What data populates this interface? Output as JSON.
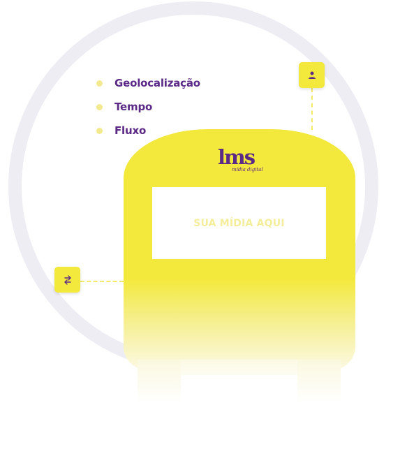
{
  "features": [
    {
      "label": "Geolocalização"
    },
    {
      "label": "Tempo"
    },
    {
      "label": "Fluxo"
    }
  ],
  "logo": {
    "main": "lms",
    "sub": "mídia digital"
  },
  "screen": {
    "label": "SUA MÍDIA AQUI"
  },
  "icons": {
    "top_right": "user-icon",
    "left": "swap-arrows-icon"
  },
  "colors": {
    "accent_yellow": "#f3e93c",
    "brand_purple": "#5b2a86",
    "ring": "#efedf4"
  }
}
